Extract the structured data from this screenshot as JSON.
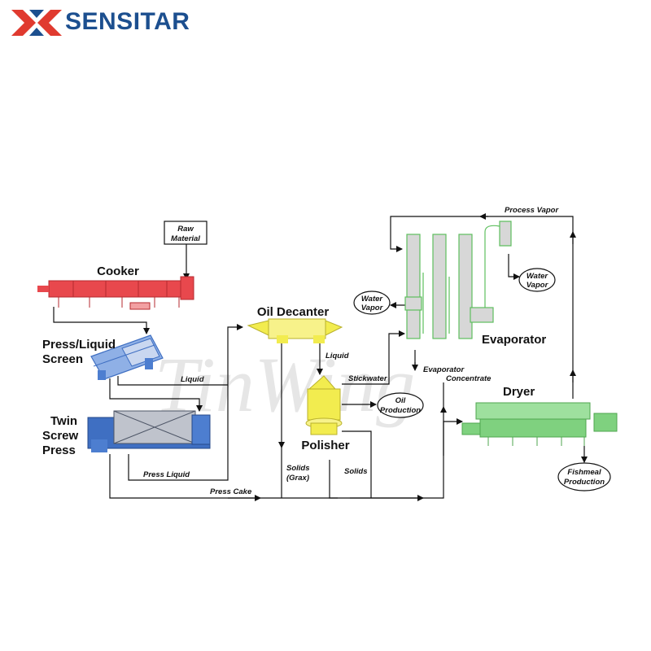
{
  "brand": {
    "name": "SENSITAR",
    "colors": {
      "logo_red": "#e03a2f",
      "logo_blue": "#1c4f8f"
    }
  },
  "watermark": "TinWing",
  "equipment": {
    "raw_material": [
      "Raw",
      "Material"
    ],
    "cooker": "Cooker",
    "press_screen": [
      "Press/Liquid",
      "Screen"
    ],
    "twin_screw": [
      "Twin",
      "Screw",
      "Press"
    ],
    "oil_decanter": "Oil Decanter",
    "polisher": "Polisher",
    "evaporator": "Evaporator",
    "dryer": "Dryer"
  },
  "outputs": {
    "water_vapor_top": [
      "Water",
      "Vapor"
    ],
    "water_vapor_left": [
      "Water",
      "Vapor"
    ],
    "oil_production": [
      "Oil",
      "Production"
    ],
    "fishmeal_production": [
      "Fishmeal",
      "Production"
    ]
  },
  "flows": {
    "liquid_screen": "Liquid",
    "press_liquid": "Press Liquid",
    "press_cake": "Press Cake",
    "liquid_decanter": "Liquid",
    "stickwater": "Stickwater",
    "solids_grax": [
      "Solids",
      "(Grax)"
    ],
    "solids": "Solids",
    "evaporator_concentrate": [
      "Evaporator",
      "Concentrate"
    ],
    "process_vapor": "Process Vapor"
  },
  "colors": {
    "cooker": "#e8484d",
    "screen": "#4d7ed0",
    "press": "#3f6fc2",
    "decanter": "#f2ec4f",
    "polisher": "#f2ec4f",
    "evaporator_fill": "#d7d7d7",
    "evaporator_edge": "#5ebf5e",
    "dryer": "#7fd17f"
  }
}
